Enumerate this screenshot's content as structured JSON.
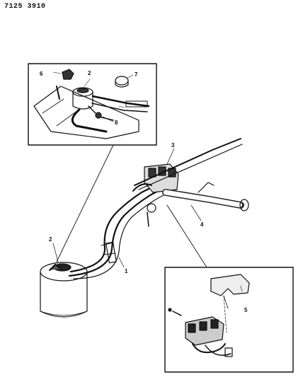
{
  "document_id": "7125 3910",
  "callouts": {
    "c1": "1",
    "c2_main": "2",
    "c2_inset": "2",
    "c3": "3",
    "c4": "4",
    "c5": "5",
    "c6": "6",
    "c7": "7",
    "c8": "8"
  }
}
